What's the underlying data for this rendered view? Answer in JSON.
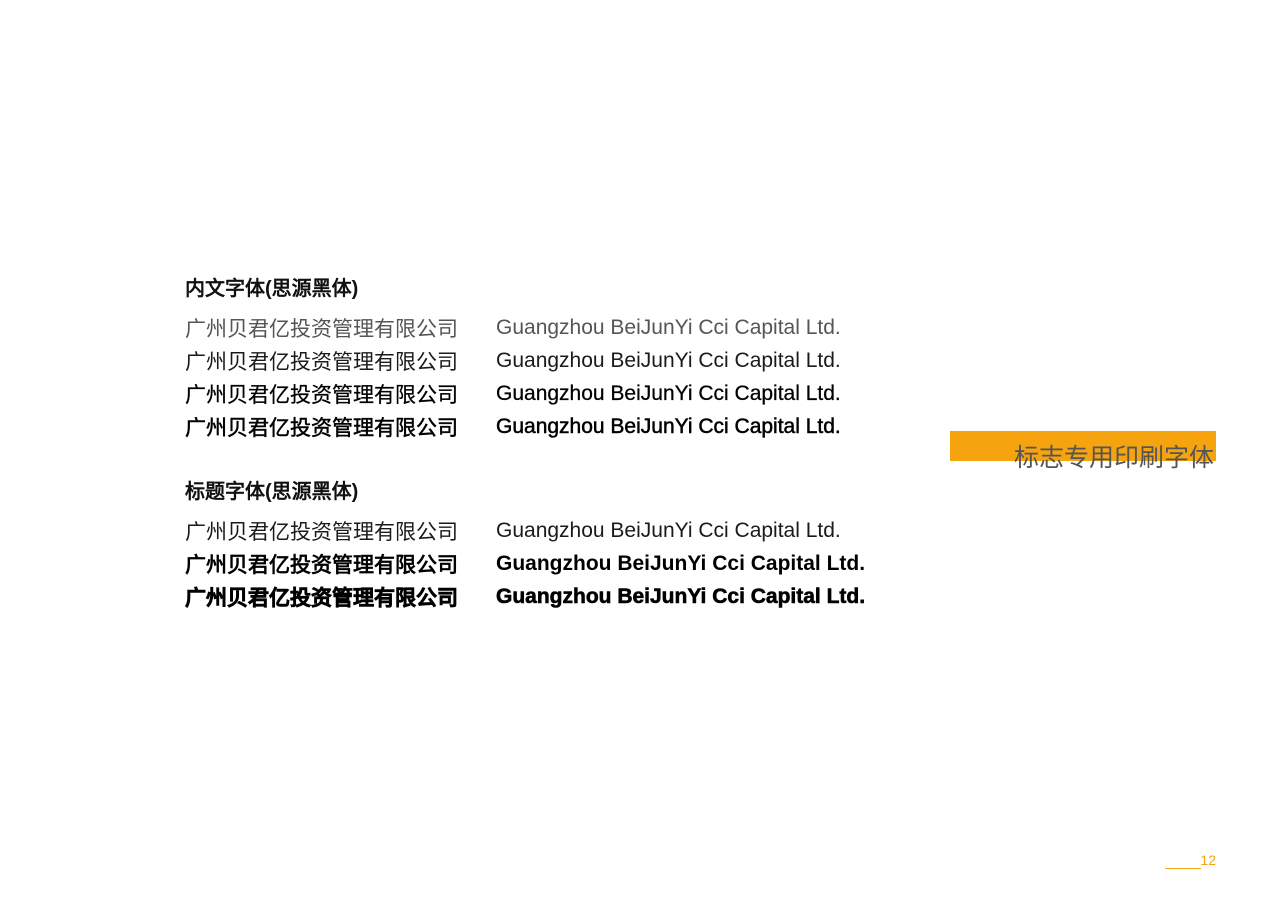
{
  "body_font": {
    "heading": "内文字体(思源黑体)",
    "samples": [
      {
        "cn": "广州贝君亿投资管理有限公司",
        "en": "Guangzhou BeiJunYi Cci Capital Ltd."
      },
      {
        "cn": "广州贝君亿投资管理有限公司",
        "en": "Guangzhou BeiJunYi Cci Capital Ltd."
      },
      {
        "cn": "广州贝君亿投资管理有限公司",
        "en": "Guangzhou BeiJunYi Cci Capital Ltd."
      },
      {
        "cn": "广州贝君亿投资管理有限公司",
        "en": "Guangzhou BeiJunYi Cci Capital Ltd."
      }
    ]
  },
  "title_font": {
    "heading": "标题字体(思源黑体)",
    "samples": [
      {
        "cn": "广州贝君亿投资管理有限公司",
        "en": "Guangzhou BeiJunYi Cci Capital Ltd."
      },
      {
        "cn": "广州贝君亿投资管理有限公司",
        "en": "Guangzhou BeiJunYi Cci Capital Ltd."
      },
      {
        "cn": "广州贝君亿投资管理有限公司",
        "en": "Guangzhou BeiJunYi Cci Capital Ltd."
      }
    ]
  },
  "section_tag": {
    "label": "标志专用印刷字体",
    "accent_color": "#f5a30f"
  },
  "footer": {
    "page_number": "12"
  }
}
